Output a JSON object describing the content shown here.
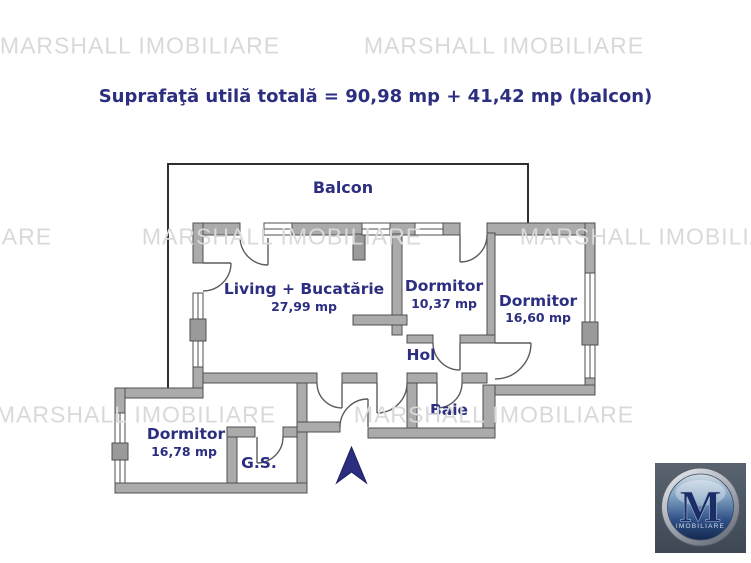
{
  "watermark": {
    "text": "MARSHALL IMOBILIARE"
  },
  "title": {
    "text": "Suprafaţă utilă totală = 90,98 mp + 41,42 mp (balcon)"
  },
  "plan": {
    "balcon": {
      "label": "Balcon"
    },
    "living": {
      "label": "Living + Bucatărie",
      "area": "27,99 mp"
    },
    "dormitor_mic": {
      "label": "Dormitor",
      "area": "10,37 mp"
    },
    "dormitor_dreapta": {
      "label": "Dormitor",
      "area": "16,60 mp"
    },
    "hol": {
      "label": "Hol"
    },
    "baie": {
      "label": "Baie"
    },
    "dormitor_stanga": {
      "label": "Dormitor",
      "area": "16,78 mp"
    },
    "gs": {
      "label": "G.S."
    }
  },
  "logo": {
    "letter": "M",
    "subtext": "IMOBILIARE"
  },
  "colors": {
    "accent_text": "#2c2e80",
    "wall_gray": "#ababab",
    "watermark_gray": "#d9d9d9",
    "logo_background": "#4b5564",
    "north_arrow": "#2b2d7e"
  }
}
